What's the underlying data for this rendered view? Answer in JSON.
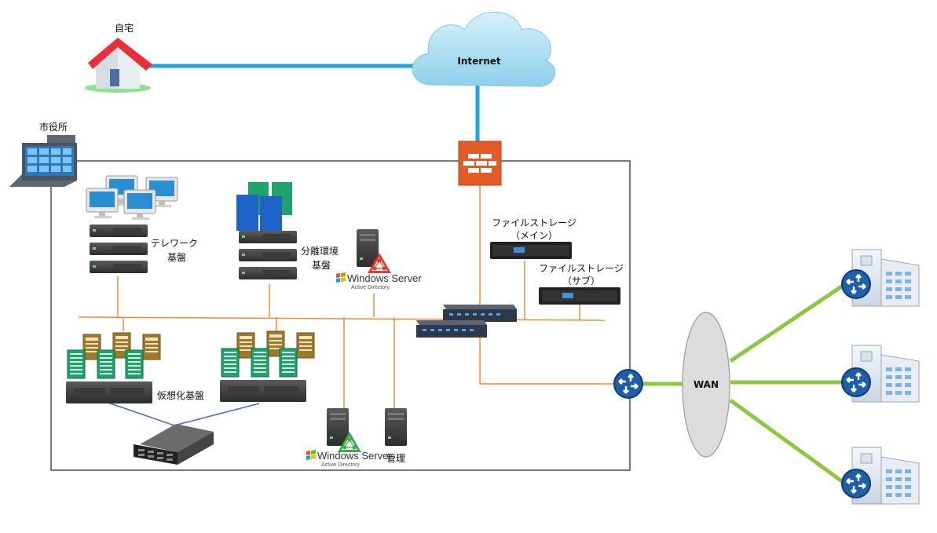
{
  "labels": {
    "home": "自宅",
    "internet": "Internet",
    "city_hall": "市役所",
    "telework_1": "テレワーク",
    "telework_2": "基盤",
    "isolation_1": "分離環境",
    "isolation_2": "基盤",
    "windows_server": "Windows Server",
    "active_directory": "Active Directory",
    "file_storage_main_1": "ファイルストレージ",
    "file_storage_main_2": "（メイン）",
    "file_storage_sub_1": "ファイルストレージ",
    "file_storage_sub_2": "（サブ）",
    "virtualization": "仮想化基盤",
    "management": "管理",
    "wan": "WAN"
  },
  "colors": {
    "internet_link": "#1fa3dc",
    "lan_line": "#f08a3c",
    "wan_link": "#8dc63f",
    "storage_link": "#4a6fb5",
    "firewall": "#e25c26",
    "router": "#1f5fa8",
    "cloud": "#a9dcef",
    "wan_ellipse": "#dcdcdc"
  },
  "icons": [
    "house-icon",
    "cloud-icon",
    "building-icon",
    "firewall-icon",
    "pc-icon",
    "server-icon",
    "tower-server-icon",
    "windows-logo-icon",
    "active-directory-icon",
    "nas-icon",
    "switch-icon",
    "storage-array-icon",
    "router-icon",
    "branch-office-icon"
  ]
}
